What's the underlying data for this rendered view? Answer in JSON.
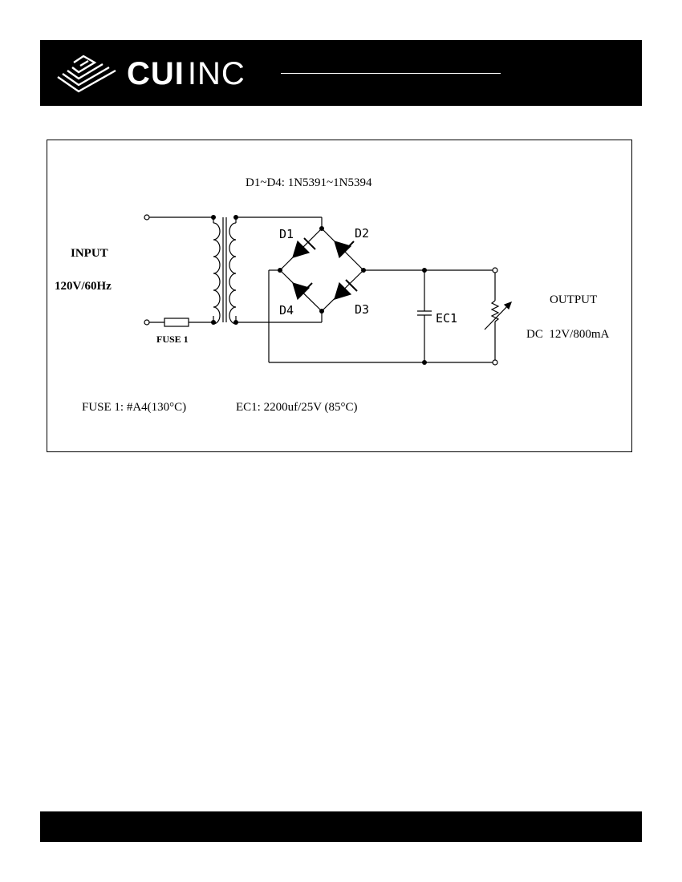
{
  "header": {
    "brand_bold": "CUI",
    "brand_thin": "INC",
    "logo_icon": "cui-stacked-diamond-logo"
  },
  "schematic": {
    "diode_spec": "D1~D4: 1N5391~1N5394",
    "input_label": "INPUT",
    "input_rating": "120V/60Hz",
    "fuse_label": "FUSE 1",
    "d1": "D1",
    "d2": "D2",
    "d3": "D3",
    "d4": "D4",
    "ec1": "EC1",
    "output_label": "OUTPUT",
    "output_rating": "DC  12V/800mA",
    "fuse_spec": "FUSE 1: #A4(130°C)",
    "cap_spec": "EC1: 2200uf/25V (85°C)"
  },
  "colors": {
    "bar": "#000000",
    "line": "#000000",
    "background": "#ffffff"
  }
}
